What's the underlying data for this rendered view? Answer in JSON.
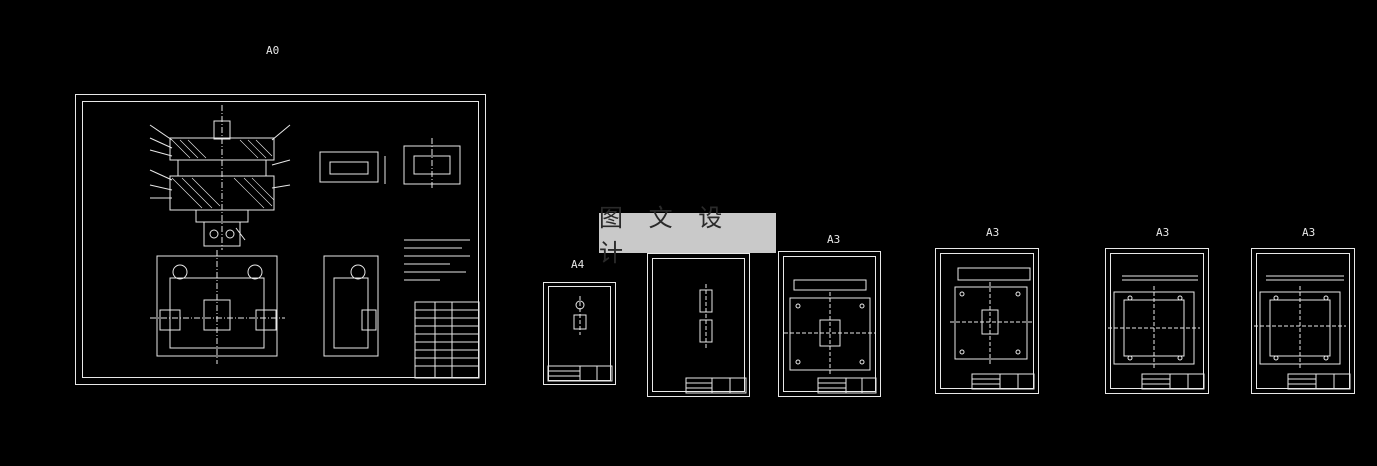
{
  "watermark": {
    "text": "图 文 设 计"
  },
  "sheets": [
    {
      "label": "A0"
    },
    {
      "label": "A4"
    },
    {
      "label": ""
    },
    {
      "label": "A3"
    },
    {
      "label": "A3"
    },
    {
      "label": "A3"
    },
    {
      "label": "A3"
    }
  ],
  "colors": {
    "background": "#000000",
    "lines": "#e8e8e8",
    "watermark_bg": "#c9c9c9"
  }
}
